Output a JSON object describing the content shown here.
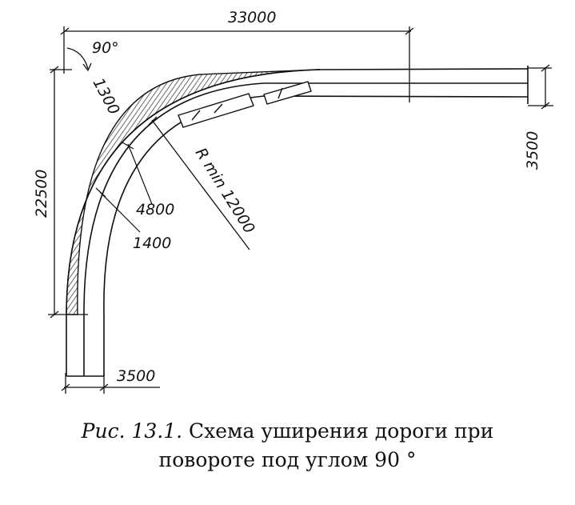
{
  "figure": {
    "dimensions": {
      "top_span": "33000",
      "angle": "90°",
      "widening": "1300",
      "left_span": "22500",
      "right_width": "3500",
      "bottom_width": "3500",
      "radius": "R min 12000",
      "offset_a": "4800",
      "offset_b": "1400"
    },
    "caption": {
      "label": "Рис. 13.1.",
      "line1": "Схема уширения дороги при",
      "line2": "повороте под углом 90 °"
    }
  }
}
